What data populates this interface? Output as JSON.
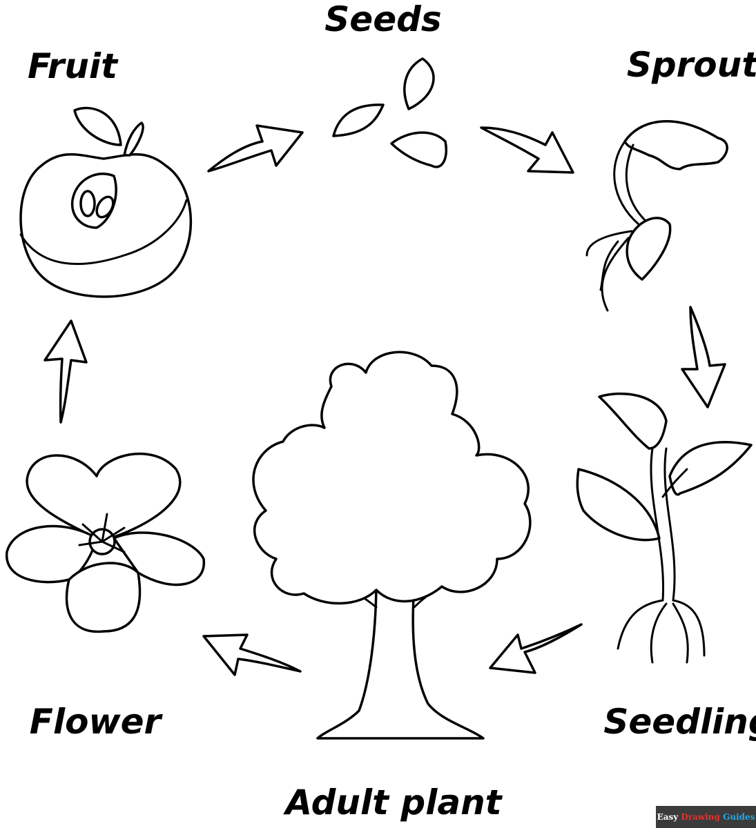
{
  "stages": {
    "seeds": "Seeds",
    "sprout": "Sprout",
    "seedling": "Seedling",
    "adult_plant": "Adult plant",
    "flower": "Flower",
    "fruit": "Fruit"
  },
  "logo": {
    "easy": "Easy",
    "drawing": "Drawing",
    "guides": "Guides",
    "colors": {
      "background": "#3b3b3b",
      "easy": "#ffffff",
      "drawing": "#e8312a",
      "guides": "#27a9e1"
    }
  }
}
